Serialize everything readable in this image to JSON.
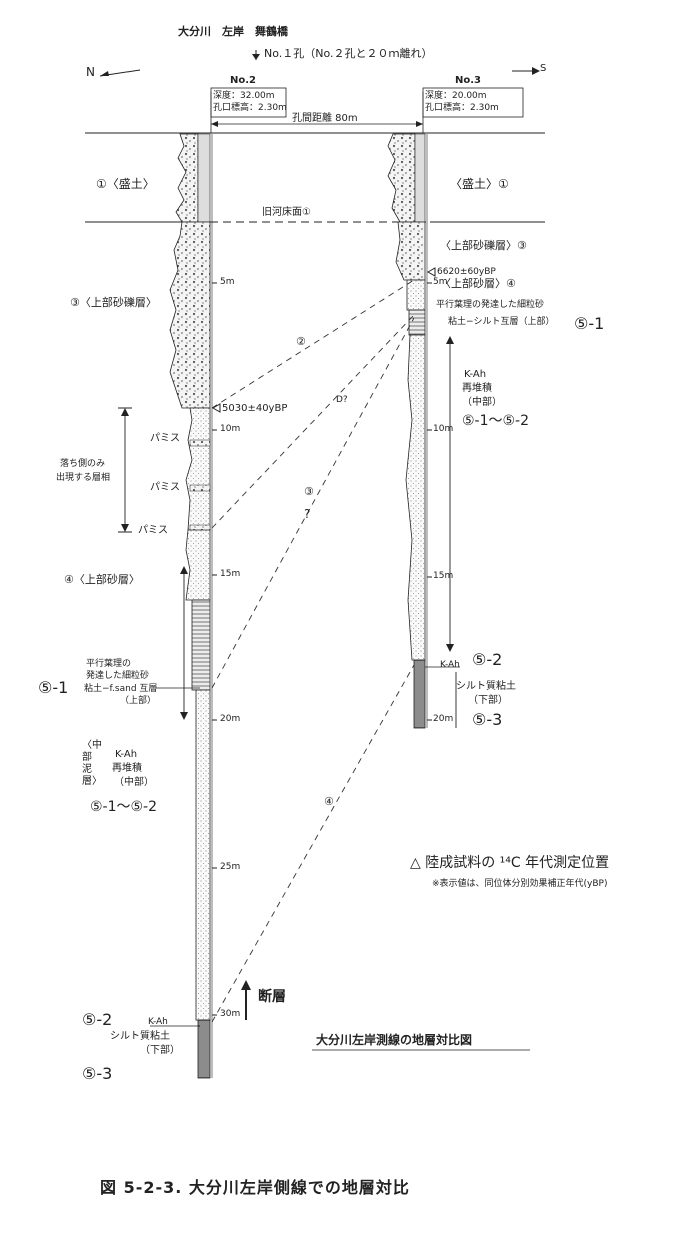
{
  "header": {
    "location": "大分川　左岸　舞鶴橋",
    "no1_note": "No.１孔（No.２孔と２０ｍ離れ）",
    "north": "N",
    "south": "S"
  },
  "boreholes": {
    "left": {
      "name": "No.2",
      "depth": "深度：32.00m",
      "elevation": "孔口標高：2.30m"
    },
    "right": {
      "name": "No.3",
      "depth": "深度：20.00m",
      "elevation": "孔口標高：2.30m"
    },
    "distance": "孔間距離 80m"
  },
  "left_scale": [
    "5m",
    "10m",
    "15m",
    "20m",
    "25m",
    "30m"
  ],
  "right_scale": [
    "5m",
    "10m",
    "15m",
    "20m"
  ],
  "labels_left": {
    "fill": "①〈盛土〉",
    "upper_gravel": "③〈上部砂礫層〉",
    "date_5030": "5030±40yBP",
    "pumice1": "パミス",
    "pumice2": "パミス",
    "pumice3": "パミス",
    "fallside_1": "落ち側のみ",
    "fallside_2": "出現する層相",
    "upper_sand": "④〈上部砂層〉",
    "parallel_1": "平行葉理の",
    "parallel_2": "発達した細粒砂",
    "num_5_1": "⑤-1",
    "clay_alt_1": "粘土−f.sand 互層",
    "clay_alt_2": "（上部）",
    "mid_layer": "〈中部泥層〉",
    "kah": "K-Ah",
    "redeposit": "再堆積",
    "mid": "（中部）",
    "range": "⑤-1〜⑤-2",
    "num_5_2": "⑤-2",
    "kah2": "K-Ah",
    "silt_clay": "シルト質粘土",
    "lower": "（下部）",
    "num_5_3": "⑤-3",
    "fault": "断層"
  },
  "labels_right": {
    "fill": "〈盛土〉①",
    "old_riverbed": "旧河床面①",
    "upper_gravel": "〈上部砂礫層〉③",
    "date_6620": "6620±60yBP",
    "upper_sand": "〈上部砂層〉④",
    "parallel": "平行葉理の発達した細粒砂",
    "clay_silt": "粘土−シルト互層（上部）",
    "num_5_1": "⑤-1",
    "kah": "K-Ah",
    "redeposit": "再堆積",
    "mid": "（中部）",
    "range": "⑤-1〜⑤-2",
    "kah2": "K-Ah",
    "num_5_2": "⑤-2",
    "silt_clay": "シルト質粘土",
    "lower": "（下部）",
    "num_5_3": "⑤-3"
  },
  "correlation_marks": {
    "c2": "②",
    "c2b": "D?",
    "c3": "③",
    "c3q": "?",
    "c4": "④"
  },
  "legend": {
    "title": "△ 陸成試料の ¹⁴C 年代測定位置",
    "note": "※表示値は、同位体分別効果補正年代(yBP)"
  },
  "diagram_title": "大分川左岸測線の地層対比図",
  "caption": "図 5-2-3. 大分川左岸側線での地層対比"
}
